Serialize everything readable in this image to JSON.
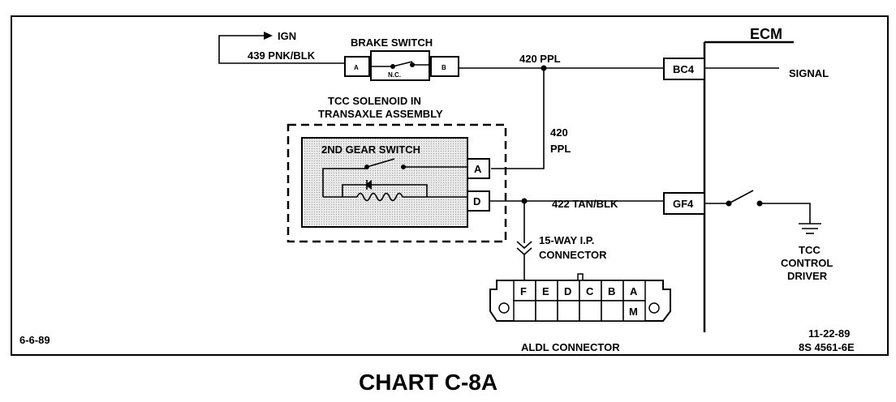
{
  "diagram": {
    "title": "CHART C-8A",
    "date_left": "6-6-89",
    "date_right": "11-22-89",
    "ref_number": "8S 4561-6E",
    "ign": "IGN",
    "brake_switch": {
      "title": "BRAKE SWITCH",
      "pin_a": "A",
      "pin_b": "B",
      "nc": "N.C."
    },
    "wires": {
      "w439": "439 PNK/BLK",
      "w420": "420 PPL",
      "w420b_line1": "420",
      "w420b_line2": "PPL",
      "w422": "422 TAN/BLK"
    },
    "ecm": {
      "title": "ECM",
      "bc4": "BC4",
      "gf4": "GF4",
      "signal": "SIGNAL",
      "tcc_line1": "TCC",
      "tcc_line2": "CONTROL",
      "tcc_line3": "DRIVER"
    },
    "solenoid": {
      "title_line1": "TCC SOLENOID IN",
      "title_line2": "TRANSAXLE ASSEMBLY",
      "gear_switch": "2ND GEAR SWITCH",
      "pin_a": "A",
      "pin_d": "D"
    },
    "ip_connector": {
      "line1": "15-WAY I.P.",
      "line2": "CONNECTOR"
    },
    "aldl": {
      "label": "ALDL CONNECTOR",
      "pins_top": [
        "F",
        "E",
        "D",
        "C",
        "B",
        "A"
      ],
      "pin_m": "M"
    }
  }
}
